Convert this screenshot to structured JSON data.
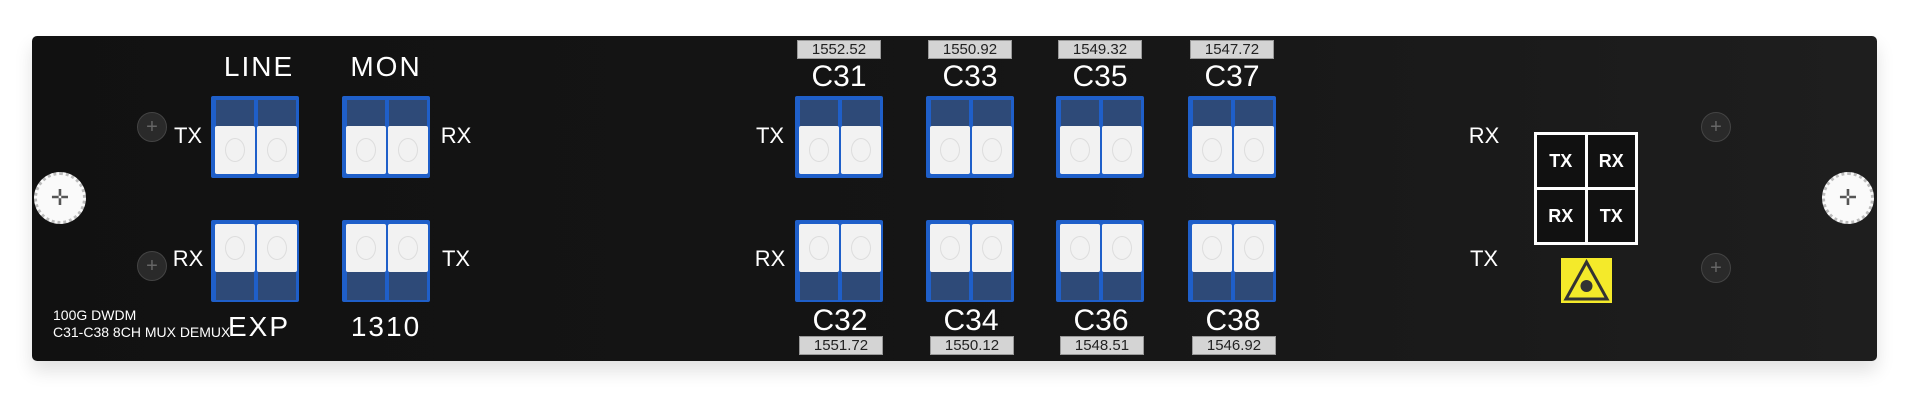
{
  "left_ports": {
    "line": {
      "label": "LINE",
      "side": "TX"
    },
    "mon": {
      "label": "MON",
      "side": "RX"
    },
    "exp": {
      "label": "EXP",
      "side": "RX"
    },
    "p1310": {
      "label": "1310",
      "side": "TX"
    }
  },
  "info": {
    "line1": "100G DWDM",
    "line2": "C31-C38  8CH  MUX DEMUX"
  },
  "channels_top": [
    {
      "name": "C31",
      "wavelength": "1552.52"
    },
    {
      "name": "C33",
      "wavelength": "1550.92"
    },
    {
      "name": "C35",
      "wavelength": "1549.32"
    },
    {
      "name": "C37",
      "wavelength": "1547.72"
    }
  ],
  "channels_bottom": [
    {
      "name": "C32",
      "wavelength": "1551.72"
    },
    {
      "name": "C34",
      "wavelength": "1550.12"
    },
    {
      "name": "C36",
      "wavelength": "1548.51"
    },
    {
      "name": "C38",
      "wavelength": "1546.92"
    }
  ],
  "side_labels": {
    "top_left": "TX",
    "bottom_left": "RX",
    "top_right": "RX",
    "bottom_right": "TX"
  },
  "polarity_grid": [
    "TX",
    "RX",
    "RX",
    "TX"
  ],
  "colors": {
    "adapter": "#1f5fc9",
    "panel": "#141414",
    "warning": "#f4ea2a"
  }
}
